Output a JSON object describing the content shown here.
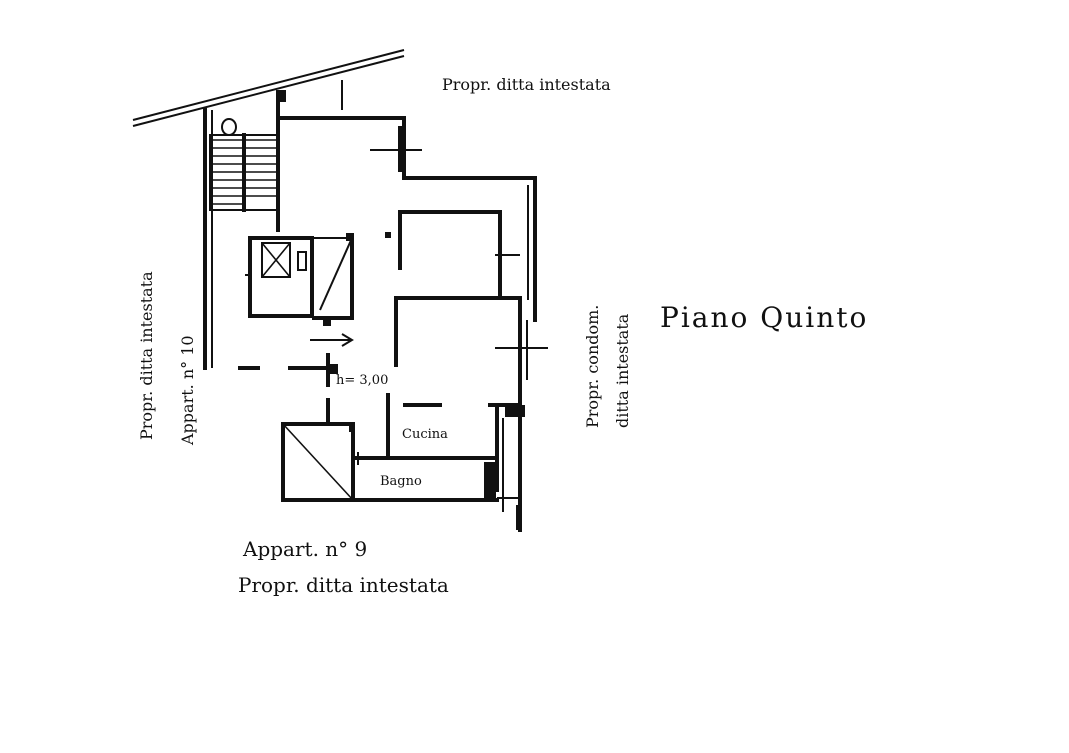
{
  "title": "Piano Quinto",
  "labels": {
    "top": "Propr. ditta intestata",
    "left_line1": "Propr. ditta intestata",
    "left_line2": "Appart. n° 10",
    "right_line1": "Propr. condom.",
    "right_line2": "ditta intestata",
    "bottom_line1": "Appart. n° 9",
    "bottom_line2": "Propr. ditta intestata",
    "height": "h= 3,00",
    "kitchen": "Cucina",
    "bathroom": "Bagno"
  },
  "colors": {
    "ink": "#111111",
    "paper": "#ffffff"
  }
}
